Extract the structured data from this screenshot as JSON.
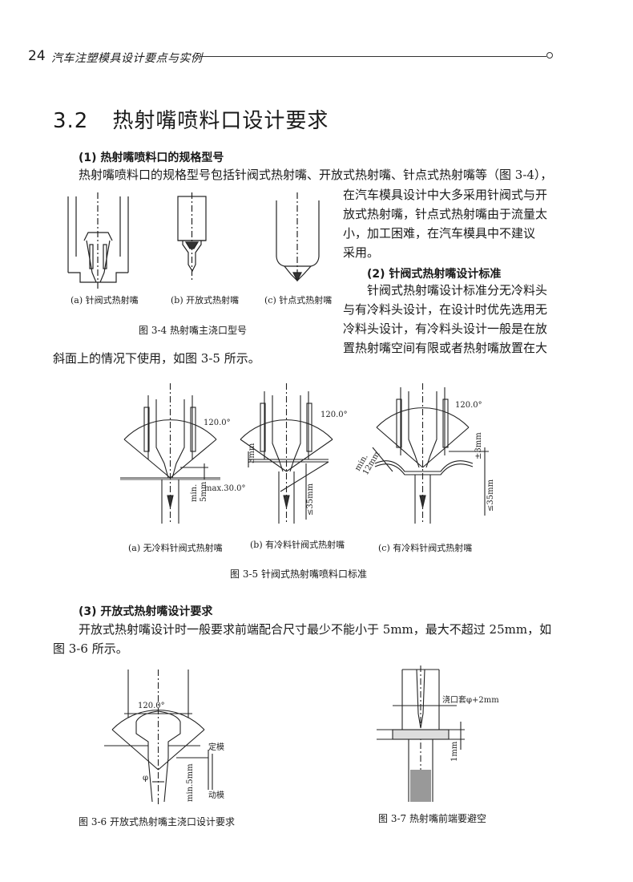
{
  "header": {
    "page_number": "24",
    "book_title": "汽车注塑模具设计要点与实例"
  },
  "section": {
    "number": "3.2",
    "title": "热射嘴喷料口设计要求"
  },
  "s1": {
    "heading": "(1) 热射嘴喷料口的规格型号",
    "line1": "热射嘴喷料口的规格型号包括针阀式热射嘴、开放式热射嘴、针点式热射嘴等（图 3-4），",
    "line2": "在汽车模具设计中大多采用针阀式与开",
    "line3": "放式热射嘴，针点式热射嘴由于流量太",
    "line4": "小，加工困难，在汽车模具中不建议",
    "line5": "采用。"
  },
  "fig34": {
    "cap_a": "(a) 针阀式热射嘴",
    "cap_b": "(b) 开放式热射嘴",
    "cap_c": "(c) 针点式热射嘴",
    "caption": "图 3-4    热射嘴主浇口型号"
  },
  "s2": {
    "heading": "(2) 针阀式热射嘴设计标准",
    "line1": "针阀式热射嘴设计标准分无冷料头",
    "line2": "与有冷料头设计，在设计时优先选用无",
    "line3": "冷料头设计，有冷料头设计一般是在放",
    "line4": "置热射嘴空间有限或者热射嘴放置在大",
    "line5": "斜面上的情况下使用，如图 3-5 所示。"
  },
  "fig35": {
    "angle_a": "120.0°",
    "angle_b": "120.0°",
    "angle_c": "120.0°",
    "max_angle": "max.30.0°",
    "min5": "min.",
    "min5b": "5mm",
    "d3mm": "3mm",
    "le35a": "≤35mm",
    "pm3mm": "±3mm",
    "le35b": "≤35mm",
    "min12": "min.",
    "min12b": "12mm",
    "cap_a": "(a) 无冷料针阀式热射嘴",
    "cap_b": "(b) 有冷料针阀式热射嘴",
    "cap_c": "(c) 有冷料针阀式热射嘴",
    "caption": "图 3-5    针阀式热射嘴喷料口标准"
  },
  "s3": {
    "heading": "(3) 开放式热射嘴设计要求",
    "line1": "开放式热射嘴设计时一般要求前端配合尺寸最少不能小于 5mm，最大不超过 25mm，如",
    "line2": "图 3-6 所示。"
  },
  "fig36": {
    "angle": "120.0°",
    "fixed": "定模",
    "moving": "动模",
    "phi": "φ",
    "min5": "min.5mm",
    "caption": "图 3-6    开放式热射嘴主浇口设计要求"
  },
  "fig37": {
    "sleeve": "浇口套φ+2mm",
    "one_mm": "1mm",
    "caption": "图 3-7    热射嘴前端要避空"
  }
}
